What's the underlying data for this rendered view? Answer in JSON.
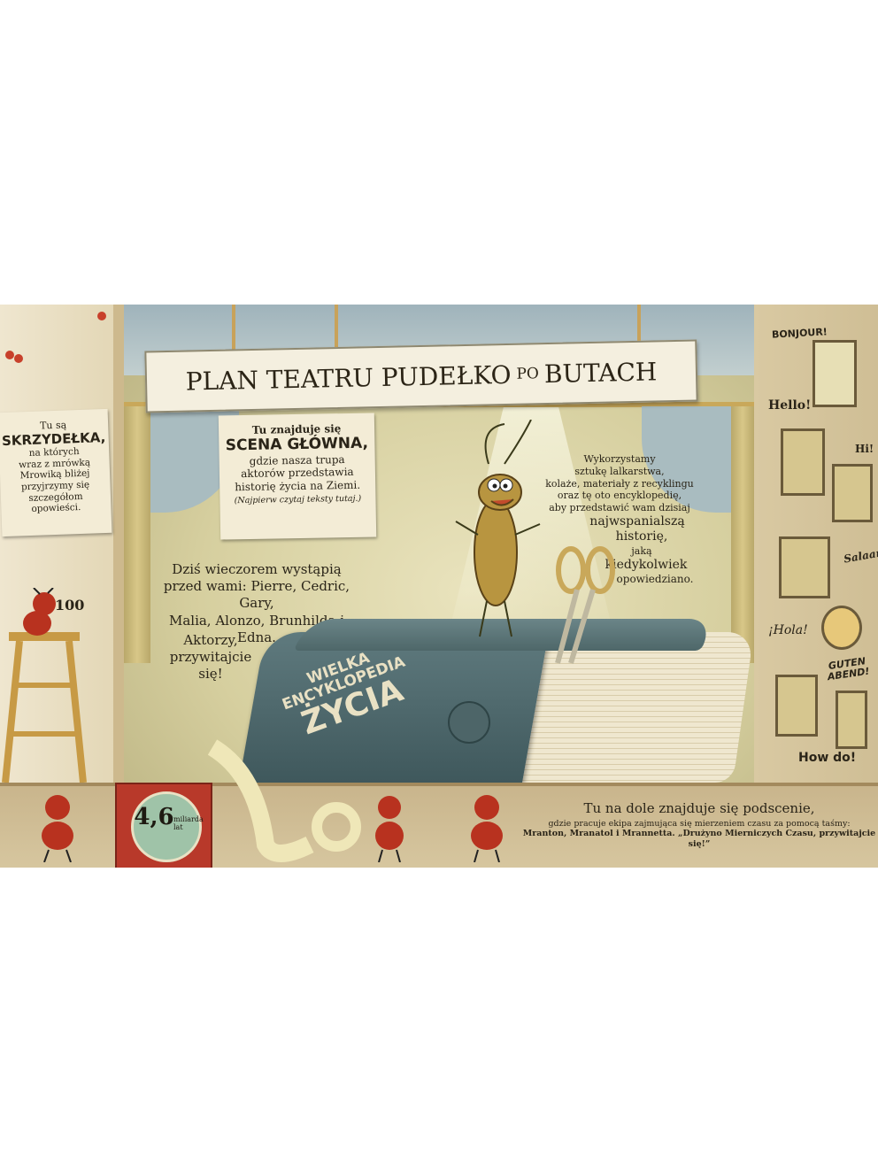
{
  "banner": {
    "title_1": "PLAN TEATRU PUDEŁKO",
    "title_po": "PO",
    "title_2": "BUTACH"
  },
  "wings_note": {
    "l1": "Tu są",
    "l2": "SKRZYDEŁKA,",
    "l3": "na których",
    "l4": "wraz z mrówką",
    "l5": "Mrowiką bliżej",
    "l6": "przyjrzymy się",
    "l7": "szczegółom",
    "l8": "opowieści."
  },
  "stage_note": {
    "l1": "Tu znajduje się",
    "l2": "SCENA GŁÓWNA,",
    "l3": "gdzie nasza trupa",
    "l4": "aktorów przedstawia",
    "l5": "historię życia na Ziemi.",
    "l6": "(Najpierw czytaj teksty tutaj.)"
  },
  "tonight": {
    "l1": "Dziś wieczorem wystąpią",
    "l2": "przed wami: Pierre, Cedric, Gary,",
    "l3": "Malia, Alonzo, Brunhilda i Edna."
  },
  "actors": {
    "l1": "Aktorzy,",
    "l2": "przywitajcie",
    "l3": "się!"
  },
  "craft": {
    "l1": "Wykorzystamy",
    "l2": "sztukę lalkarstwa,",
    "l3": "kolaże, materiały z recyklingu",
    "l4": "oraz tę oto encyklopedię,",
    "l5": "aby przedstawić wam dzisiaj",
    "l6": "najwspanialszą",
    "l7": "historię,",
    "l8": "jaką",
    "l9": "kiedykolwiek",
    "l10": "opowiedziano."
  },
  "book": {
    "l1": "WIELKA",
    "l2": "ENCYKLOPEDIA",
    "l3": "ŻYCIA"
  },
  "greetings": {
    "bonjour": "BONJOUR!",
    "hello": "Hello!",
    "hi": "Hi!",
    "salaam": "Salaam!",
    "hola": "¡Hola!",
    "guten1": "GUTEN",
    "guten2": "ABEND!",
    "howdo": "How do!"
  },
  "counter": {
    "number": "4,6",
    "unit1": "miliarda",
    "unit2": "lat"
  },
  "binoculars": {
    "label": "100"
  },
  "under": {
    "title": "Tu na dole znajduje się podscenie,",
    "l1": "gdzie pracuje ekipa zajmująca się mierzeniem czasu za pomocą taśmy:",
    "l2": "Mranton, Mranatol i Mrannetta. „Drużyno Mierniczych Czasu, przywitajcie się!”"
  }
}
